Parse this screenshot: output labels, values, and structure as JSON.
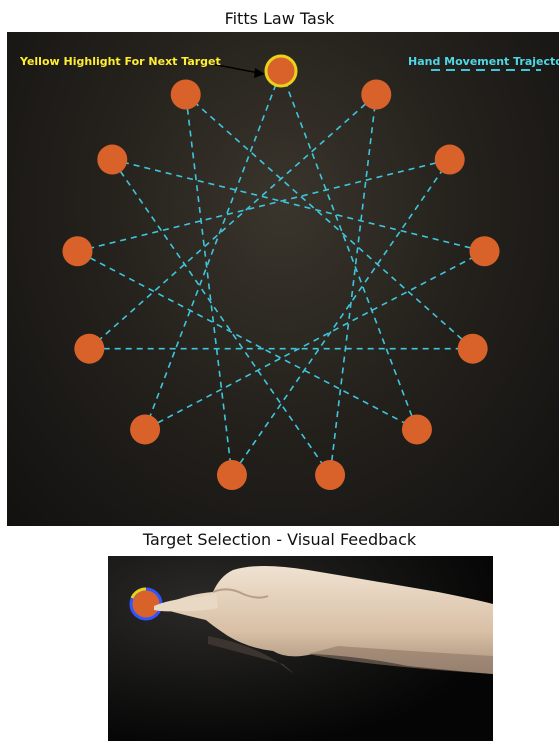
{
  "top_title": "Fitts Law Task",
  "bottom_title": "Target Selection - Visual Feedback",
  "annotations": {
    "next_target": "Yellow Highlight For Next Target",
    "trajectory": "Hand Movement Trajectory"
  },
  "colors": {
    "target_fill": "#d9622a",
    "highlight": "#e8d21a",
    "trajectory": "#3ec6dd",
    "selection_ring": "#2f55ff"
  },
  "targets": {
    "count": 13,
    "next_index": 0
  },
  "trajectory_order": [
    0,
    5,
    10,
    2,
    7,
    12,
    4,
    9,
    1,
    6,
    11,
    3,
    8,
    0
  ]
}
